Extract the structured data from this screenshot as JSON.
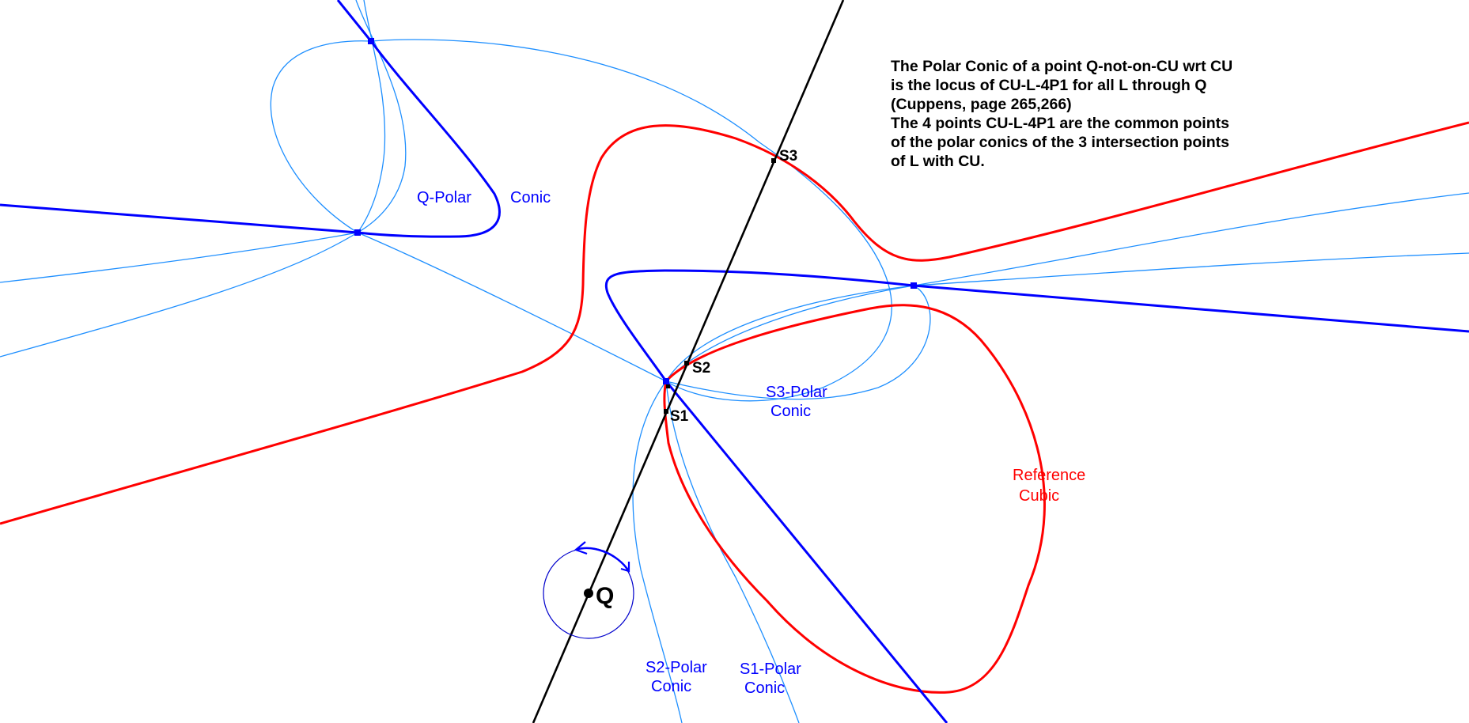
{
  "description": {
    "lines": [
      "The Polar Conic of a point Q-not-on-CU wrt CU",
      "is the locus of CU-L-4P1 for all L through Q",
      "(Cuppens, page 265,266)",
      "The 4 points CU-L-4P1 are the common points",
      "of the polar conics of the 3 intersection points",
      "of L with CU."
    ]
  },
  "labels": {
    "q_polar_1": "Q-Polar",
    "q_polar_2": "Conic",
    "s3_polar_1": "S3-Polar",
    "s3_polar_2": "Conic",
    "s2_polar_1": "S2-Polar",
    "s2_polar_2": "Conic",
    "s1_polar_1": "S1-Polar",
    "s1_polar_2": "Conic",
    "reference_1": "Reference",
    "reference_2": "Cubic"
  },
  "points": {
    "q": "Q",
    "s1": "S1",
    "s2": "S2",
    "s3": "S3"
  },
  "colors": {
    "reference_cubic": "#ff0000",
    "q_polar_conic": "#0000ff",
    "polar_conics": "#1e8fff",
    "line_l": "#000000",
    "rotation_handle": "#0000cc"
  }
}
